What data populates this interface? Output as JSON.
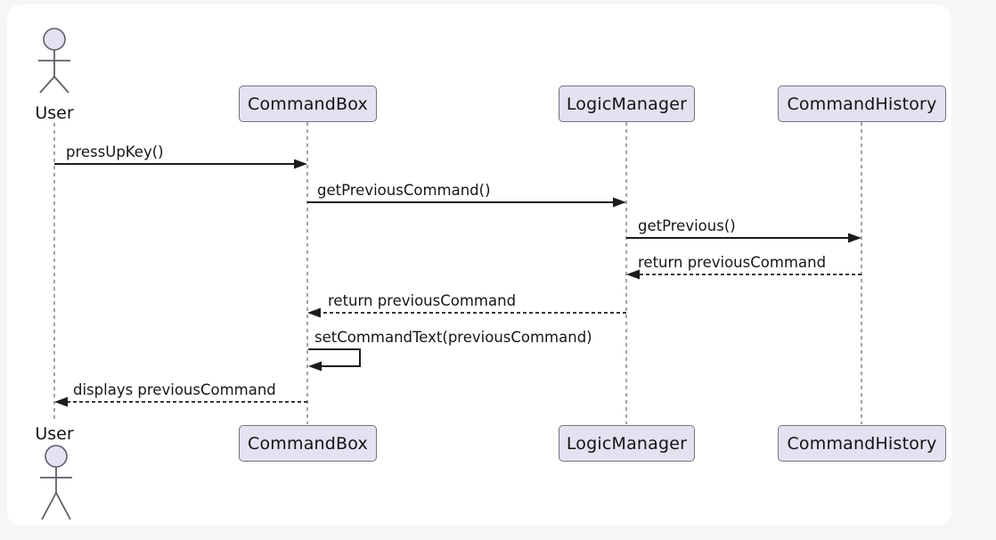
{
  "diagram": {
    "kind": "uml-sequence-diagram",
    "actor": {
      "name": "User"
    },
    "participants": [
      {
        "name": "CommandBox"
      },
      {
        "name": "LogicManager"
      },
      {
        "name": "CommandHistory"
      }
    ],
    "messages": [
      {
        "from": "User",
        "to": "CommandBox",
        "label": "pressUpKey()",
        "style": "solid"
      },
      {
        "from": "CommandBox",
        "to": "LogicManager",
        "label": "getPreviousCommand()",
        "style": "solid"
      },
      {
        "from": "LogicManager",
        "to": "CommandHistory",
        "label": "getPrevious()",
        "style": "solid"
      },
      {
        "from": "CommandHistory",
        "to": "LogicManager",
        "label": "return previousCommand",
        "style": "dashed-return"
      },
      {
        "from": "LogicManager",
        "to": "CommandBox",
        "label": "return previousCommand",
        "style": "dashed-return"
      },
      {
        "from": "CommandBox",
        "to": "CommandBox",
        "label": "setCommandText(previousCommand)",
        "style": "self"
      },
      {
        "from": "CommandBox",
        "to": "User",
        "label": "displays previousCommand",
        "style": "dashed-return"
      }
    ],
    "colors": {
      "participant_fill": "#e2e2f0",
      "participant_border": "#73737e",
      "lifeline": "#7d7d85",
      "arrow": "#1c1c1c",
      "page_background": "#f6f6f8",
      "panel_background": "#ffffff"
    }
  }
}
